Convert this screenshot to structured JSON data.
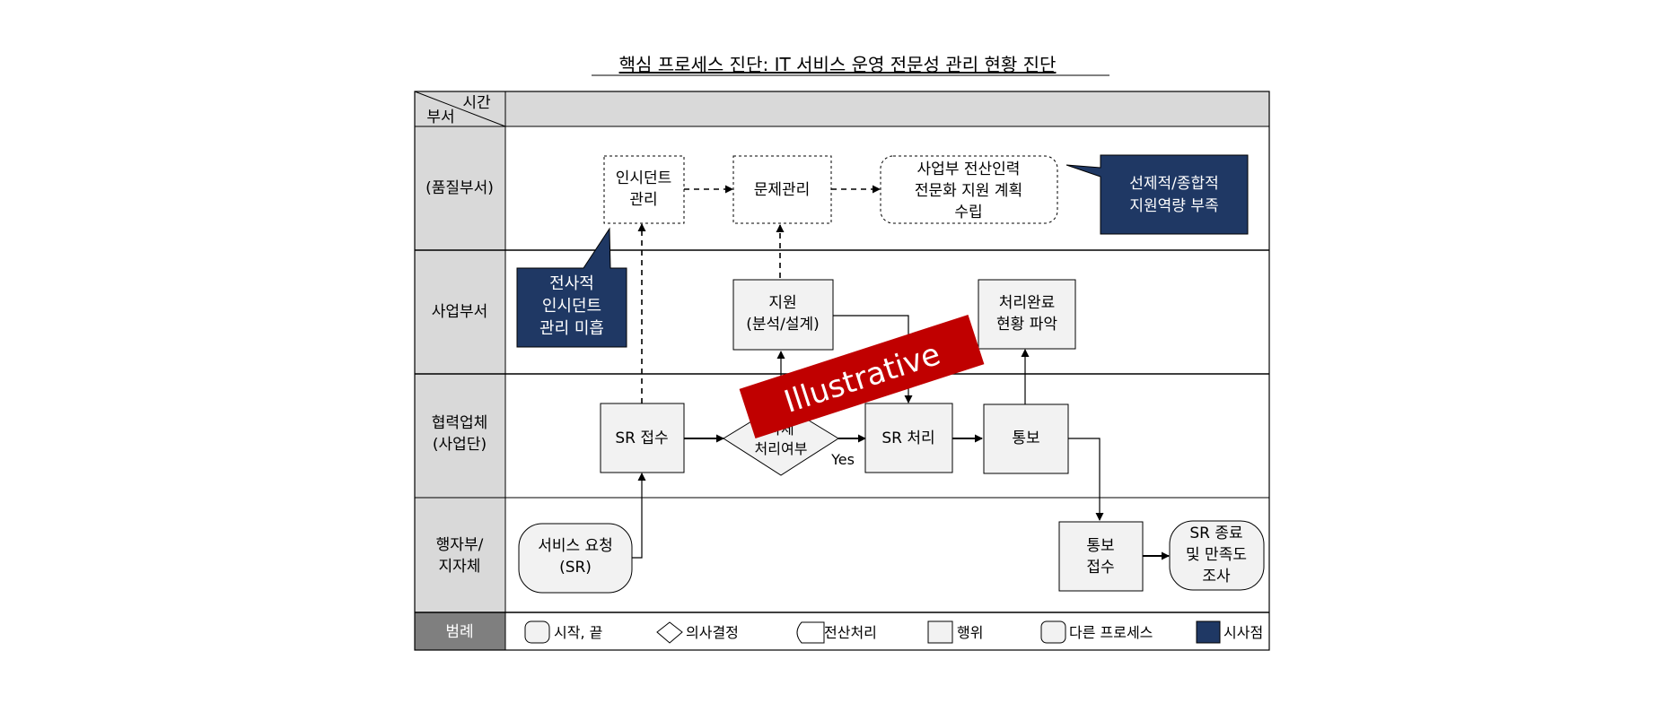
{
  "title": "핵심 프로세스 진단: IT 서비스 운영 전문성 관리 현황 진단",
  "header": {
    "time_label": "시간",
    "dept_label": "부서"
  },
  "lanes": [
    "(품질부서)",
    "사업부서",
    "협력업체",
    "(사업단)",
    "행자부/",
    "지자체",
    "범례"
  ],
  "nodes": {
    "incident": [
      "인시던트",
      "관리"
    ],
    "problem": [
      "문제관리"
    ],
    "plan": [
      "사업부 전산인력",
      "전문화 지원 계획",
      "수립"
    ],
    "support": [
      "지원",
      "(분석/설계)"
    ],
    "done_status": [
      "처리완료",
      "현황 파악"
    ],
    "sr_receive": [
      "SR 접수"
    ],
    "decision": [
      "자체",
      "처리여부"
    ],
    "decision_yes": "Yes",
    "sr_process": [
      "SR 처리"
    ],
    "notify": [
      "통보"
    ],
    "service_request": [
      "서비스 요청",
      "(SR)"
    ],
    "notify_receive": [
      "통보",
      "접수"
    ],
    "sr_close": [
      "SR 종료",
      "및 만족도",
      "조사"
    ]
  },
  "callouts": {
    "proactive": [
      "선제적/종합적",
      "지원역량 부족"
    ],
    "enterprise": [
      "전사적",
      "인시던트",
      "관리 미흡"
    ]
  },
  "stamp": "Illustrative",
  "legend": [
    "시작, 끝",
    "의사결정",
    "전산처리",
    "행위",
    "다른 프로세스",
    "시사점"
  ],
  "colors": {
    "navy": "#1F3864",
    "stamp_red": "#C00000",
    "lane_gray": "#D9D9D9",
    "legend_gray": "#7F7F7F",
    "box_fill": "#F2F2F2"
  }
}
